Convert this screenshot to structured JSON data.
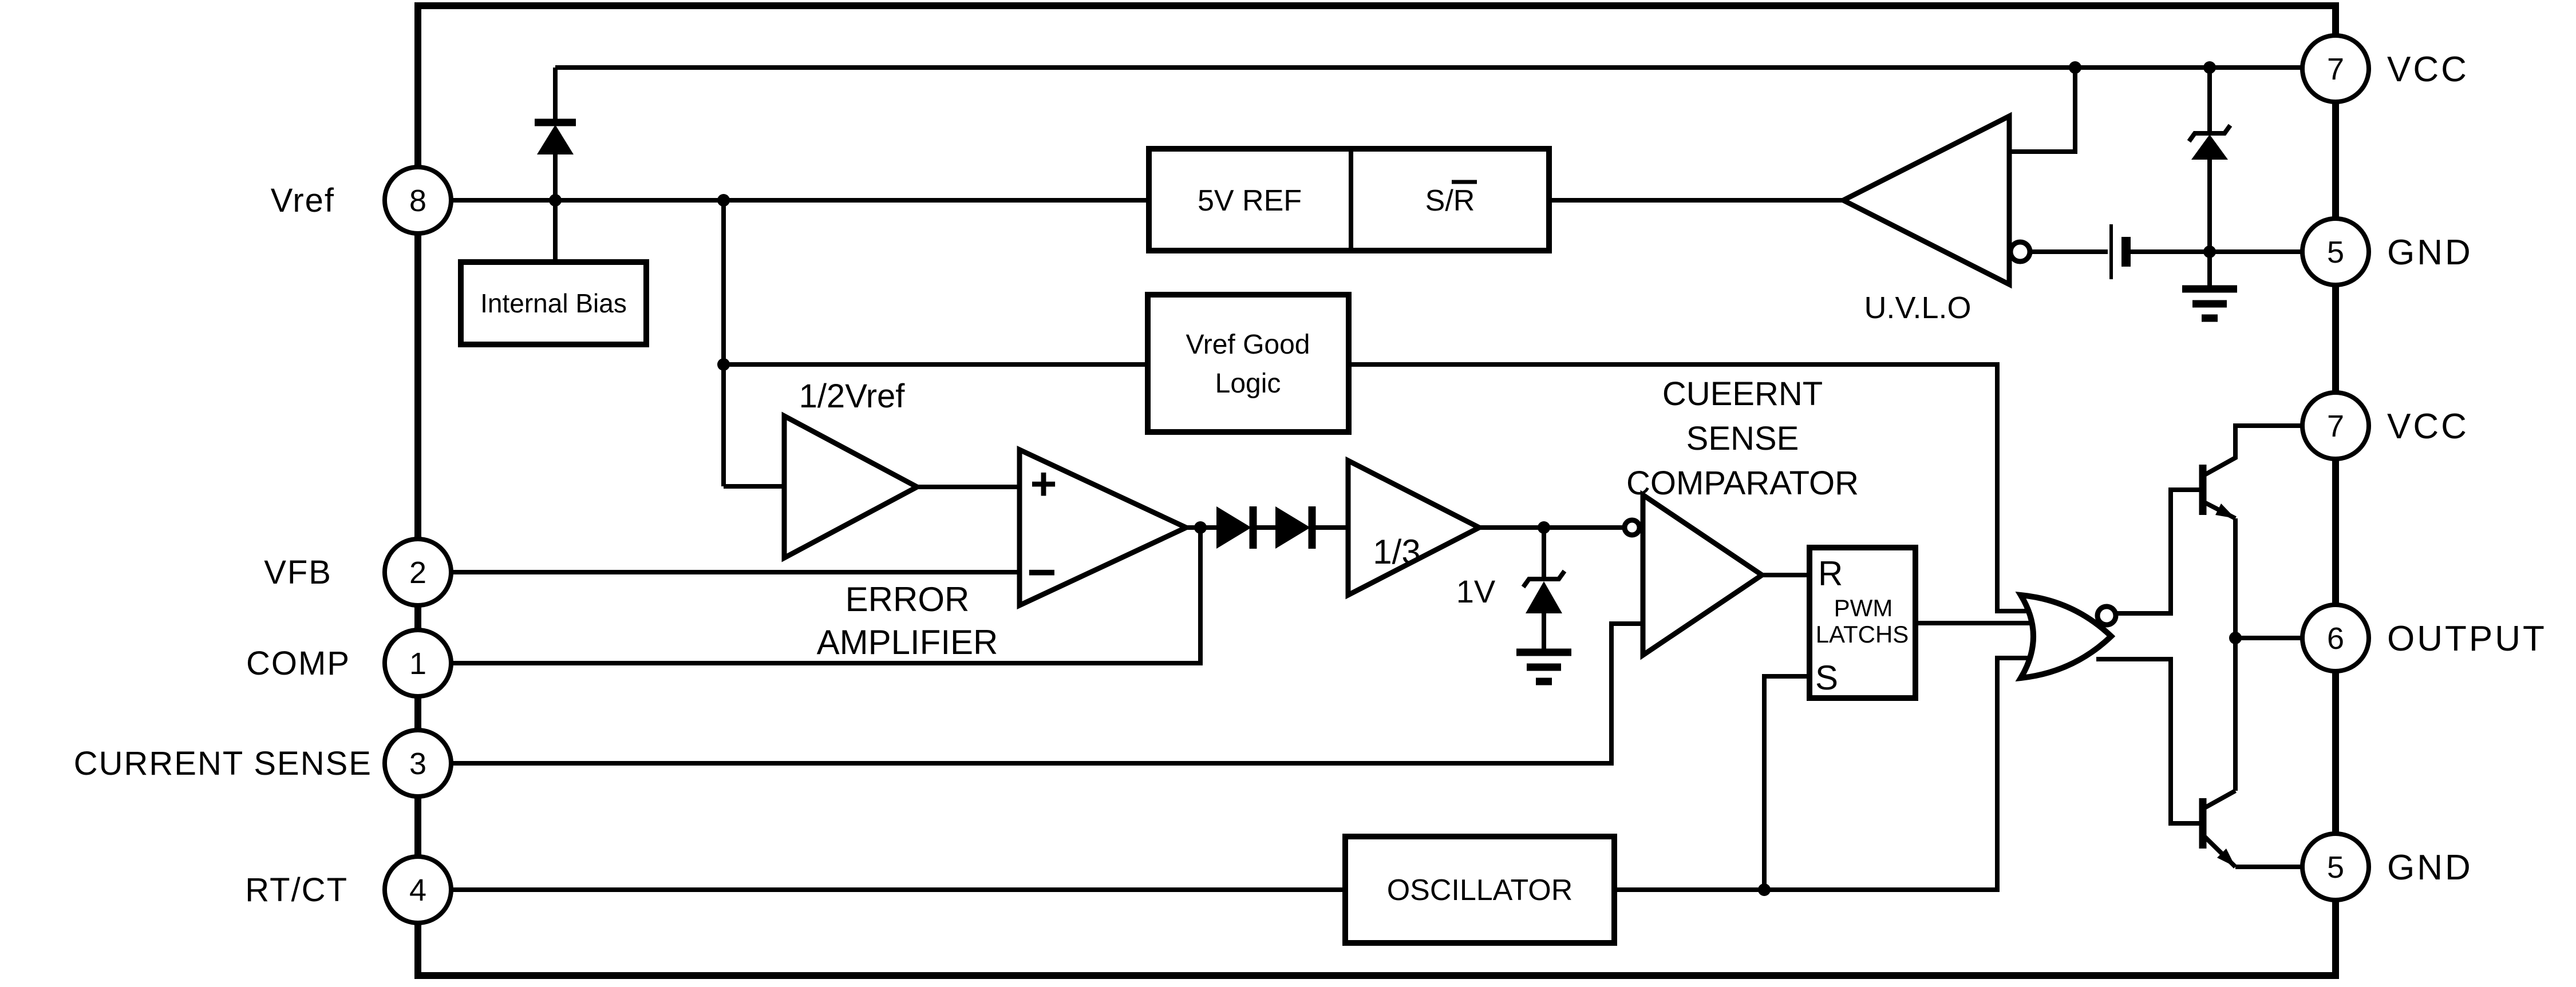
{
  "colors": {
    "background": "#ffffff",
    "line": "#000000"
  },
  "pins": {
    "left": [
      {
        "number": "8",
        "label": "Vref"
      },
      {
        "number": "2",
        "label": "VFB"
      },
      {
        "number": "1",
        "label": "COMP"
      },
      {
        "number": "3",
        "label": "CURRENT SENSE"
      },
      {
        "number": "4",
        "label": "RT/CT"
      }
    ],
    "right": [
      {
        "number": "7",
        "label": "VCC"
      },
      {
        "number": "5",
        "label": "GND"
      },
      {
        "number": "7",
        "label": "VCC"
      },
      {
        "number": "6",
        "label": "OUTPUT"
      },
      {
        "number": "5",
        "label": "GND"
      }
    ]
  },
  "blocks": {
    "internal_bias": "Internal Bias",
    "ref_5v": "5V REF",
    "sr": "S/R",
    "vref_good_line1": "Vref Good",
    "vref_good_line2": "Logic",
    "oscillator": "OSCILLATOR",
    "pwm_latch": {
      "r": "R",
      "s": "S",
      "line1": "PWM",
      "line2": "LATCHS"
    }
  },
  "labels": {
    "half_vref": "1/2Vref",
    "error_line1": "ERROR",
    "error_line2": "AMPLIFIER",
    "plus": "+",
    "minus": "−",
    "one_third": "1/3",
    "one_volt": "1V",
    "uvlo": "U.V.L.O",
    "comparator_line1": "CUEERNT",
    "comparator_line2": "SENSE",
    "comparator_line3": "COMPARATOR"
  }
}
